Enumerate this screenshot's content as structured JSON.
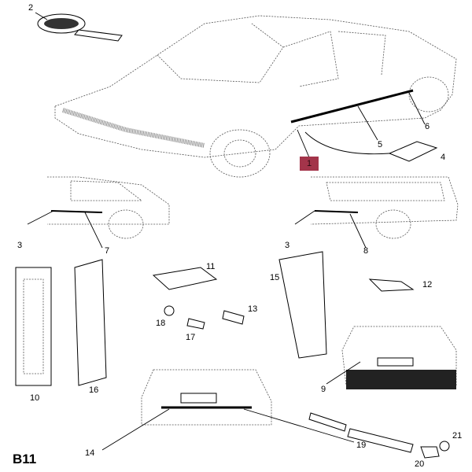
{
  "diagram_code": "B11",
  "highlight": {
    "label": "1",
    "color": "#a3344a"
  },
  "callouts": [
    "2",
    "4",
    "5",
    "6",
    "3",
    "7",
    "3",
    "8",
    "11",
    "12",
    "13",
    "15",
    "18",
    "17",
    "10",
    "16",
    "9",
    "14",
    "19",
    "20",
    "21"
  ]
}
